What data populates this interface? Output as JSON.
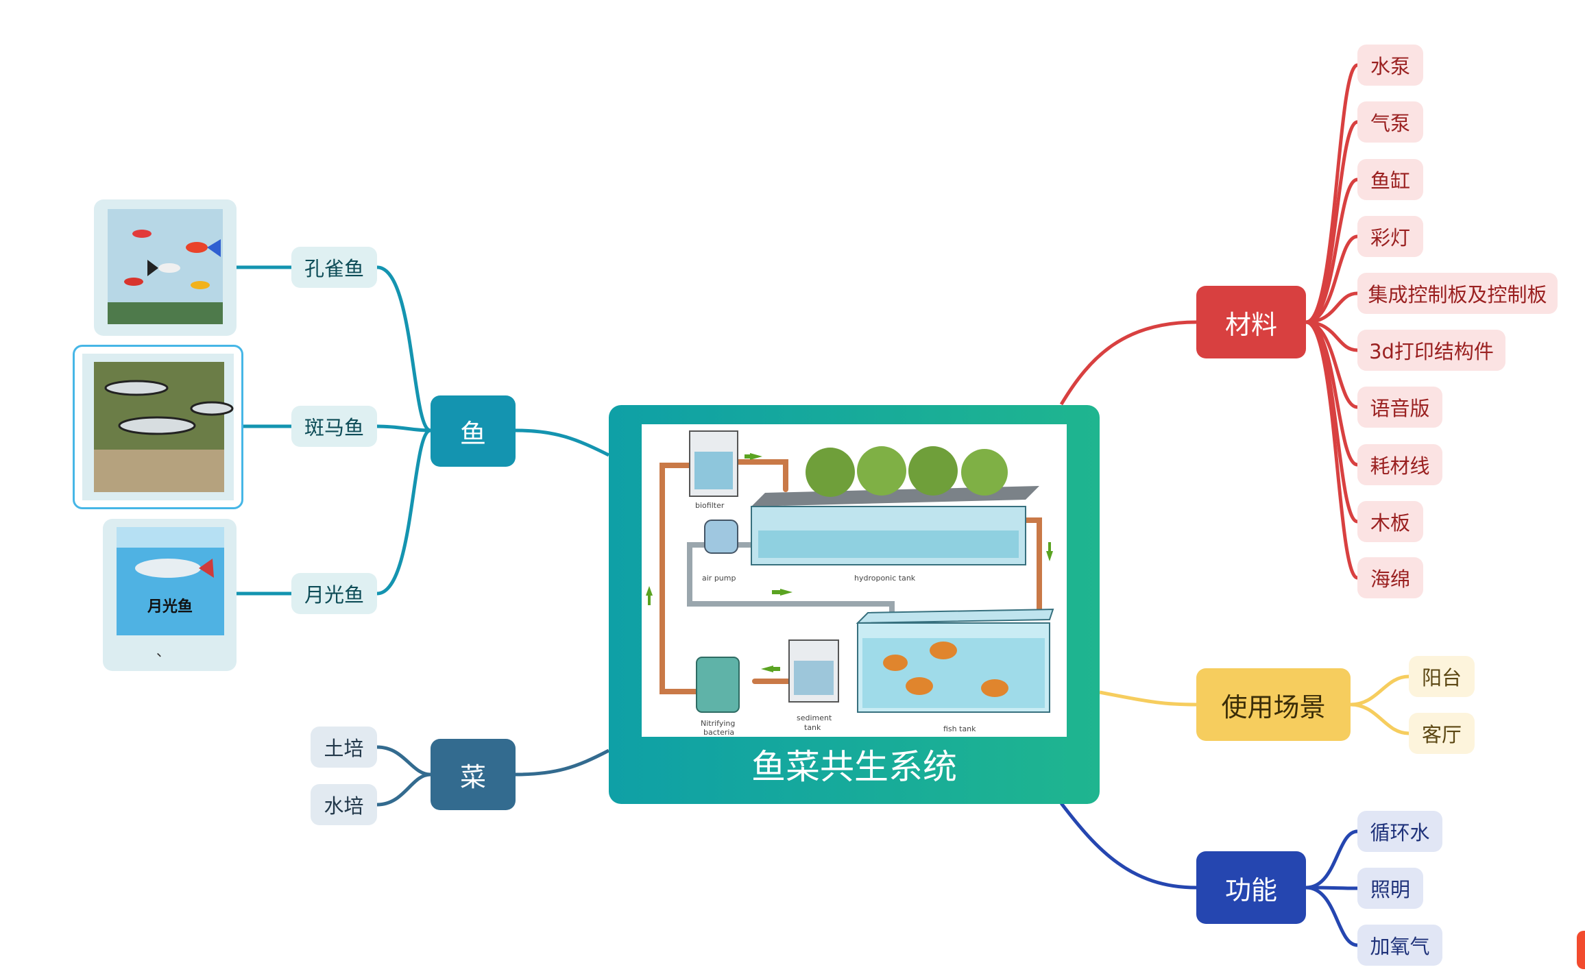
{
  "central": {
    "title": "鱼菜共生系统"
  },
  "diagram_labels": {
    "biofilter": "biofilter",
    "air_pump": "air pump",
    "hydroponic_tank": "hydroponic tank",
    "nitrifying_1": "Nitrifying",
    "nitrifying_2": "bacteria",
    "sediment_1": "sediment",
    "sediment_2": "tank",
    "fish_tank": "fish tank"
  },
  "fish": {
    "label": "鱼",
    "color": "#1494b0",
    "items": [
      "孔雀鱼",
      "斑马鱼",
      "月光鱼"
    ],
    "moonfish_caption": "月光鱼",
    "moonfish_note": "、"
  },
  "veg": {
    "label": "菜",
    "color": "#336b8f",
    "items": [
      "土培",
      "水培"
    ]
  },
  "materials": {
    "label": "材料",
    "color": "#d84040",
    "items": [
      "水泵",
      "气泵",
      "鱼缸",
      "彩灯",
      "集成控制板及控制板",
      "3d打印结构件",
      "语音版",
      "耗材线",
      "木板",
      "海绵"
    ]
  },
  "scenes": {
    "label": "使用场景",
    "color": "#f6cd5e",
    "items": [
      "阳台",
      "客厅"
    ]
  },
  "functions": {
    "label": "功能",
    "color": "#2546b0",
    "items": [
      "循环水",
      "照明",
      "加氧气"
    ]
  }
}
